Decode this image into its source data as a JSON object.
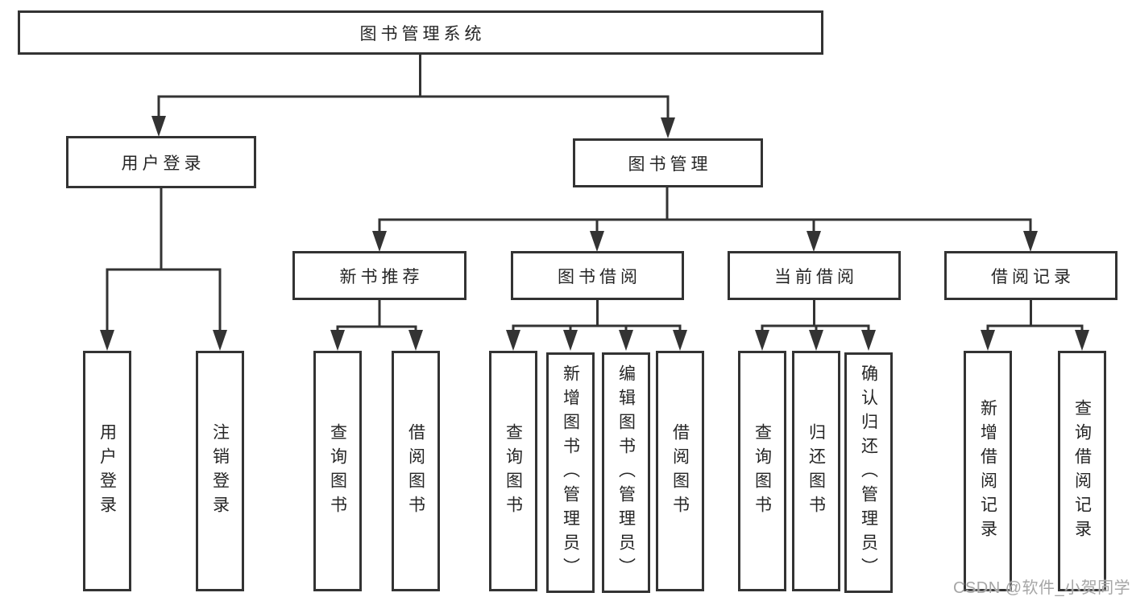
{
  "tree": {
    "label": "图书管理系统",
    "children": [
      {
        "label": "用户登录",
        "children": [
          {
            "label": "用户登录"
          },
          {
            "label": "注销登录"
          }
        ]
      },
      {
        "label": "图书管理",
        "children": [
          {
            "label": "新书推荐",
            "children": [
              {
                "label": "查询图书"
              },
              {
                "label": "借阅图书"
              }
            ]
          },
          {
            "label": "图书借阅",
            "children": [
              {
                "label": "查询图书"
              },
              {
                "label": "新增图书（管理员）"
              },
              {
                "label": "编辑图书（管理员）"
              },
              {
                "label": "借阅图书"
              }
            ]
          },
          {
            "label": "当前借阅",
            "children": [
              {
                "label": "查询图书"
              },
              {
                "label": "归还图书"
              },
              {
                "label": "确认归还（管理员）"
              }
            ]
          },
          {
            "label": "借阅记录",
            "children": [
              {
                "label": "新增借阅记录"
              },
              {
                "label": "查询借阅记录"
              }
            ]
          }
        ]
      }
    ]
  },
  "watermark": "CSDN @软件_小贺同学",
  "colors": {
    "line": "#333333",
    "box_border": "#333333",
    "text": "#262626",
    "background": "#ffffff",
    "watermark": "#a6a6a6"
  }
}
